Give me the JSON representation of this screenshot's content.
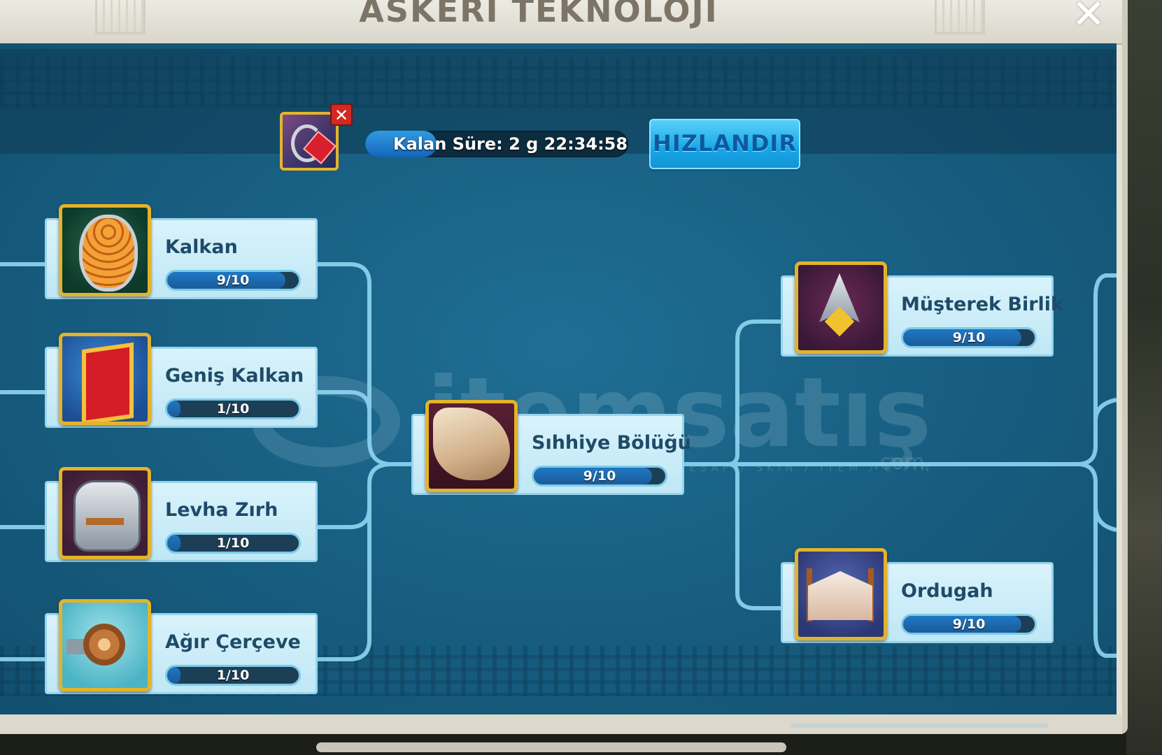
{
  "header": {
    "title": "ASKERİ TEKNOLOJİ",
    "close_icon": "close-icon"
  },
  "research": {
    "icon": "research-weapon-gem-icon",
    "cancel_icon": "cancel-x-icon",
    "timer_label": "Kalan Süre:  2 g 22:34:58",
    "timer_progress": 0.27,
    "speedup_label": "HIZLANDIR",
    "speedup_color": "#17a8ea"
  },
  "techs": [
    {
      "name": "Kalkan",
      "progress_label": "9/10",
      "level": 9,
      "max": 10,
      "icon": "scale-shield-icon"
    },
    {
      "name": "Geniş Kalkan",
      "progress_label": "1/10",
      "level": 1,
      "max": 10,
      "icon": "wide-shield-icon"
    },
    {
      "name": "Levha Zırh",
      "progress_label": "1/10",
      "level": 1,
      "max": 10,
      "icon": "plate-armor-icon"
    },
    {
      "name": "Ağır Çerçeve",
      "progress_label": "1/10",
      "level": 1,
      "max": 10,
      "icon": "heavy-frame-icon"
    },
    {
      "name": "Sıhhiye Bölüğü",
      "progress_label": "9/10",
      "level": 9,
      "max": 10,
      "icon": "bandage-icon"
    },
    {
      "name": "Müşterek Birlik",
      "progress_label": "9/10",
      "level": 9,
      "max": 10,
      "icon": "joint-blades-icon"
    },
    {
      "name": "Ordugah",
      "progress_label": "9/10",
      "level": 9,
      "max": 10,
      "icon": "camp-tent-icon"
    }
  ],
  "watermark": {
    "text": "itemsatış",
    "subtitle": "HESAP / SKIN / ITEM / E-PIN",
    "suffix": ".com"
  },
  "colors": {
    "panel_blue": "#175d80",
    "connector": "#8fd6f2",
    "card_bg": "#d9f3fb",
    "gold_border": "#e3b32b"
  }
}
